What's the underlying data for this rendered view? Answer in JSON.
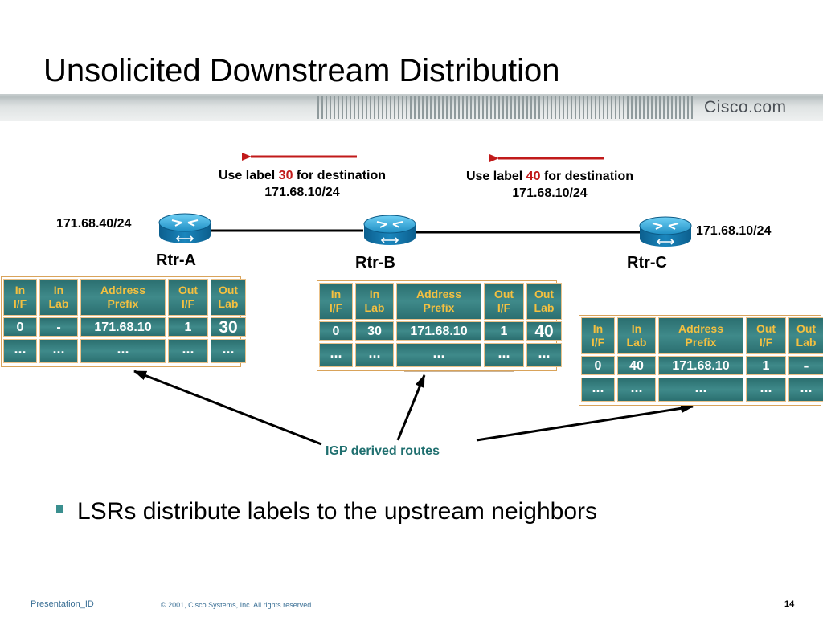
{
  "title": "Unsolicited Downstream Distribution",
  "brand": "Cisco.com",
  "annotations": [
    {
      "before": "Use label ",
      "label": "30",
      "after": " for destination",
      "line2": "171.68.10/24"
    },
    {
      "before": "Use label ",
      "label": "40",
      "after": " for destination",
      "line2": "171.68.10/24"
    }
  ],
  "prefixes": {
    "left": "171.68.40/24",
    "right": "171.68.10/24"
  },
  "routers": [
    {
      "name": "Rtr-A"
    },
    {
      "name": "Rtr-B"
    },
    {
      "name": "Rtr-C"
    }
  ],
  "lfib_headers": [
    "In\nI/F",
    "In\nLab",
    "Address\nPrefix",
    "Out\nI/F",
    "Out\nLab"
  ],
  "lfib_tables": [
    {
      "router": "Rtr-A",
      "row": [
        "0",
        "-",
        "171.68.10",
        "1",
        "30"
      ],
      "more": [
        "...",
        "...",
        "...",
        "...",
        "..."
      ]
    },
    {
      "router": "Rtr-B",
      "row": [
        "0",
        "30",
        "171.68.10",
        "1",
        "40"
      ],
      "more": [
        "...",
        "...",
        "...",
        "...",
        "..."
      ]
    },
    {
      "router": "Rtr-C",
      "row": [
        "0",
        "40",
        "171.68.10",
        "1",
        "-"
      ],
      "more": [
        "...",
        "...",
        "...",
        "...",
        "..."
      ]
    }
  ],
  "igp_label": "IGP derived routes",
  "bullet": "LSRs distribute labels to the upstream neighbors",
  "footer": {
    "left": "Presentation_ID",
    "middle": "© 2001, Cisco Systems, Inc. All rights reserved.",
    "page": "14"
  },
  "colors": {
    "accent_red": "#c11a1a",
    "teal": "#2f7a7b",
    "header_gold": "#f4c040"
  }
}
